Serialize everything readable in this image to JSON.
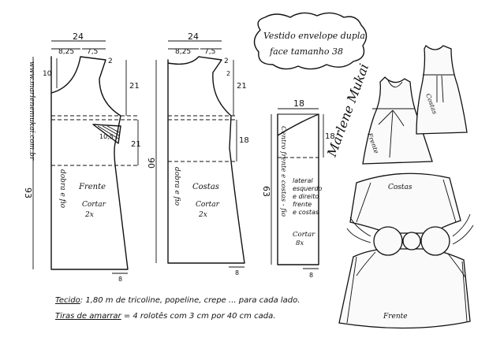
{
  "website": "www.marlenemukai.com.br",
  "title": {
    "line1": "Vestido envelope dupla",
    "line2": "face tamanho 38"
  },
  "signature": "Marlene Mukai",
  "front_piece": {
    "width": "24",
    "top_left": "8,25",
    "top_right": "7,5",
    "shoulder_drop": "2",
    "neck_depth": "10",
    "armhole_depth": "21",
    "dart_width": "10,5",
    "waist_to_hip": "21",
    "length": "93",
    "fold": "dobra e fio",
    "name": "Frente",
    "cut": "Cortar",
    "qty": "2x",
    "hem": "8"
  },
  "back_piece": {
    "width": "24",
    "top_left": "8,25",
    "top_right": "7,5",
    "shoulder_drop": "2",
    "neck_depth": "2",
    "armhole_depth": "21",
    "waist_to_hip": "18",
    "length": "90",
    "fold": "dobra e fio",
    "name": "Costas",
    "cut": "Cortar",
    "qty": "2x",
    "hem": "8"
  },
  "side_piece": {
    "width": "18",
    "top_depth": "18",
    "length": "63",
    "center_label": "Centro frente e costas - fio",
    "desc": [
      "lateral",
      "esquerdo",
      "e direito",
      "frente",
      "e costas"
    ],
    "cut": "Cortar",
    "qty": "8x",
    "hem": "8"
  },
  "finished": {
    "back": "Costas",
    "front": "Frente"
  },
  "illustration": {
    "back_label": "Costas",
    "front_label": "Frente"
  },
  "notes": {
    "fabric_label": "Tecido",
    "fabric_text": ": 1,80 m de tricoline, popeline, crepe ... para cada lado.",
    "ties_label": "Tiras de amarrar",
    "ties_text": " = 4 rolotês com 3 cm por 40 cm cada."
  }
}
